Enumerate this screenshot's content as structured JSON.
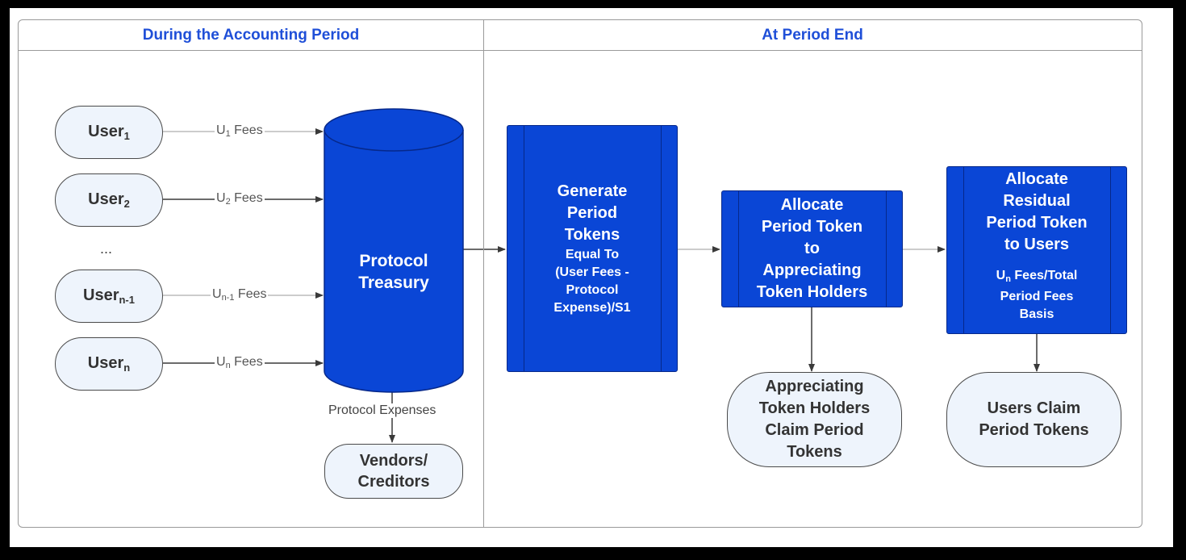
{
  "lanes": {
    "left_title": "During the Accounting Period",
    "right_title": "At Period End"
  },
  "users": [
    {
      "base": "User",
      "sub": "1",
      "fee_base": "U",
      "fee_sub": "1",
      "fee_suffix": " Fees"
    },
    {
      "base": "User",
      "sub": "2",
      "fee_base": "U",
      "fee_sub": "2",
      "fee_suffix": " Fees"
    },
    {
      "base": "User",
      "sub": "n-1",
      "fee_base": "U",
      "fee_sub": "n-1",
      "fee_suffix": " Fees"
    },
    {
      "base": "User",
      "sub": "n",
      "fee_base": "U",
      "fee_sub": "n",
      "fee_suffix": " Fees"
    }
  ],
  "ellipsis": "...",
  "treasury": {
    "line1": "Protocol",
    "line2": "Treasury"
  },
  "expenses_label": "Protocol Expenses",
  "vendors": {
    "line1": "Vendors/",
    "line2": "Creditors"
  },
  "generate": {
    "title": [
      "Generate",
      "Period",
      "Tokens"
    ],
    "detail": [
      "Equal To",
      "(User Fees -",
      "Protocol",
      "Expense)/S1"
    ]
  },
  "allocate_holders": {
    "title": [
      "Allocate",
      "Period Token",
      "to",
      "Appreciating",
      "Token Holders"
    ]
  },
  "holders_claim": {
    "lines": [
      "Appreciating",
      "Token Holders",
      "Claim Period",
      "Tokens"
    ]
  },
  "allocate_users": {
    "title": [
      "Allocate",
      "Residual",
      "Period Token",
      "to Users"
    ],
    "detail_line1_base": "U",
    "detail_line1_sub": "n",
    "detail_line1_rest": " Fees/Total",
    "detail_line2": "Period Fees",
    "detail_line3": "Basis"
  },
  "users_claim": {
    "lines": [
      "Users Claim",
      "Period Tokens"
    ]
  },
  "colors": {
    "accent": "#0a46d6",
    "header_text": "#1f4fd8",
    "pill_fill": "#eef4fc",
    "line": "#3a3a3a"
  }
}
